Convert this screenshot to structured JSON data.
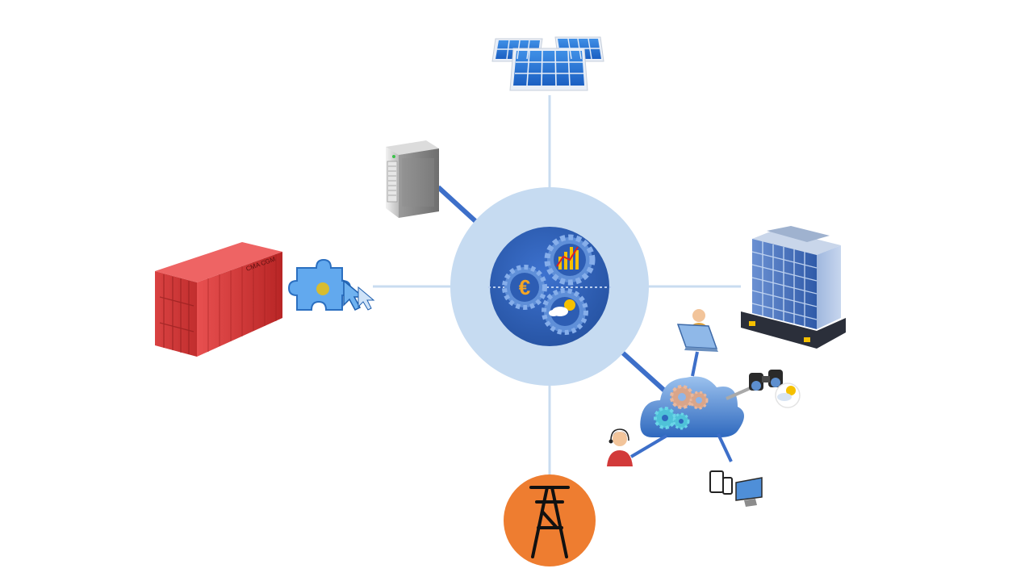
{
  "diagram": {
    "hub": {
      "icons": [
        "euro-gear-icon",
        "chart-gear-icon",
        "weather-gear-icon"
      ]
    },
    "nodes": [
      {
        "id": "solar",
        "icon": "solar-panels-icon"
      },
      {
        "id": "server",
        "icon": "server-tower-icon"
      },
      {
        "id": "building",
        "icon": "office-building-icon"
      },
      {
        "id": "container",
        "icon": "shipping-container-icon",
        "extra_icon": "puzzle-cursor-icon"
      },
      {
        "id": "grid",
        "icon": "power-pylon-icon"
      },
      {
        "id": "cloud",
        "icon": "cloud-gears-icon"
      }
    ],
    "cloud_links": [
      {
        "id": "user",
        "icon": "user-laptop-icon"
      },
      {
        "id": "observe",
        "icon": "binoculars-weather-icon"
      },
      {
        "id": "support",
        "icon": "support-agent-icon"
      },
      {
        "id": "devices",
        "icon": "devices-icon"
      }
    ],
    "container_marking": "CMA CGM",
    "colors": {
      "thin_line": "#c9dcf0",
      "thick_line": "#3d6fc9",
      "outer_ring": "#c6dbf1",
      "inner_core": "#2f5fb8",
      "gear": "#5f8fd8",
      "container_red": "#d63a3a",
      "pylon_orange": "#ee7d30"
    }
  }
}
